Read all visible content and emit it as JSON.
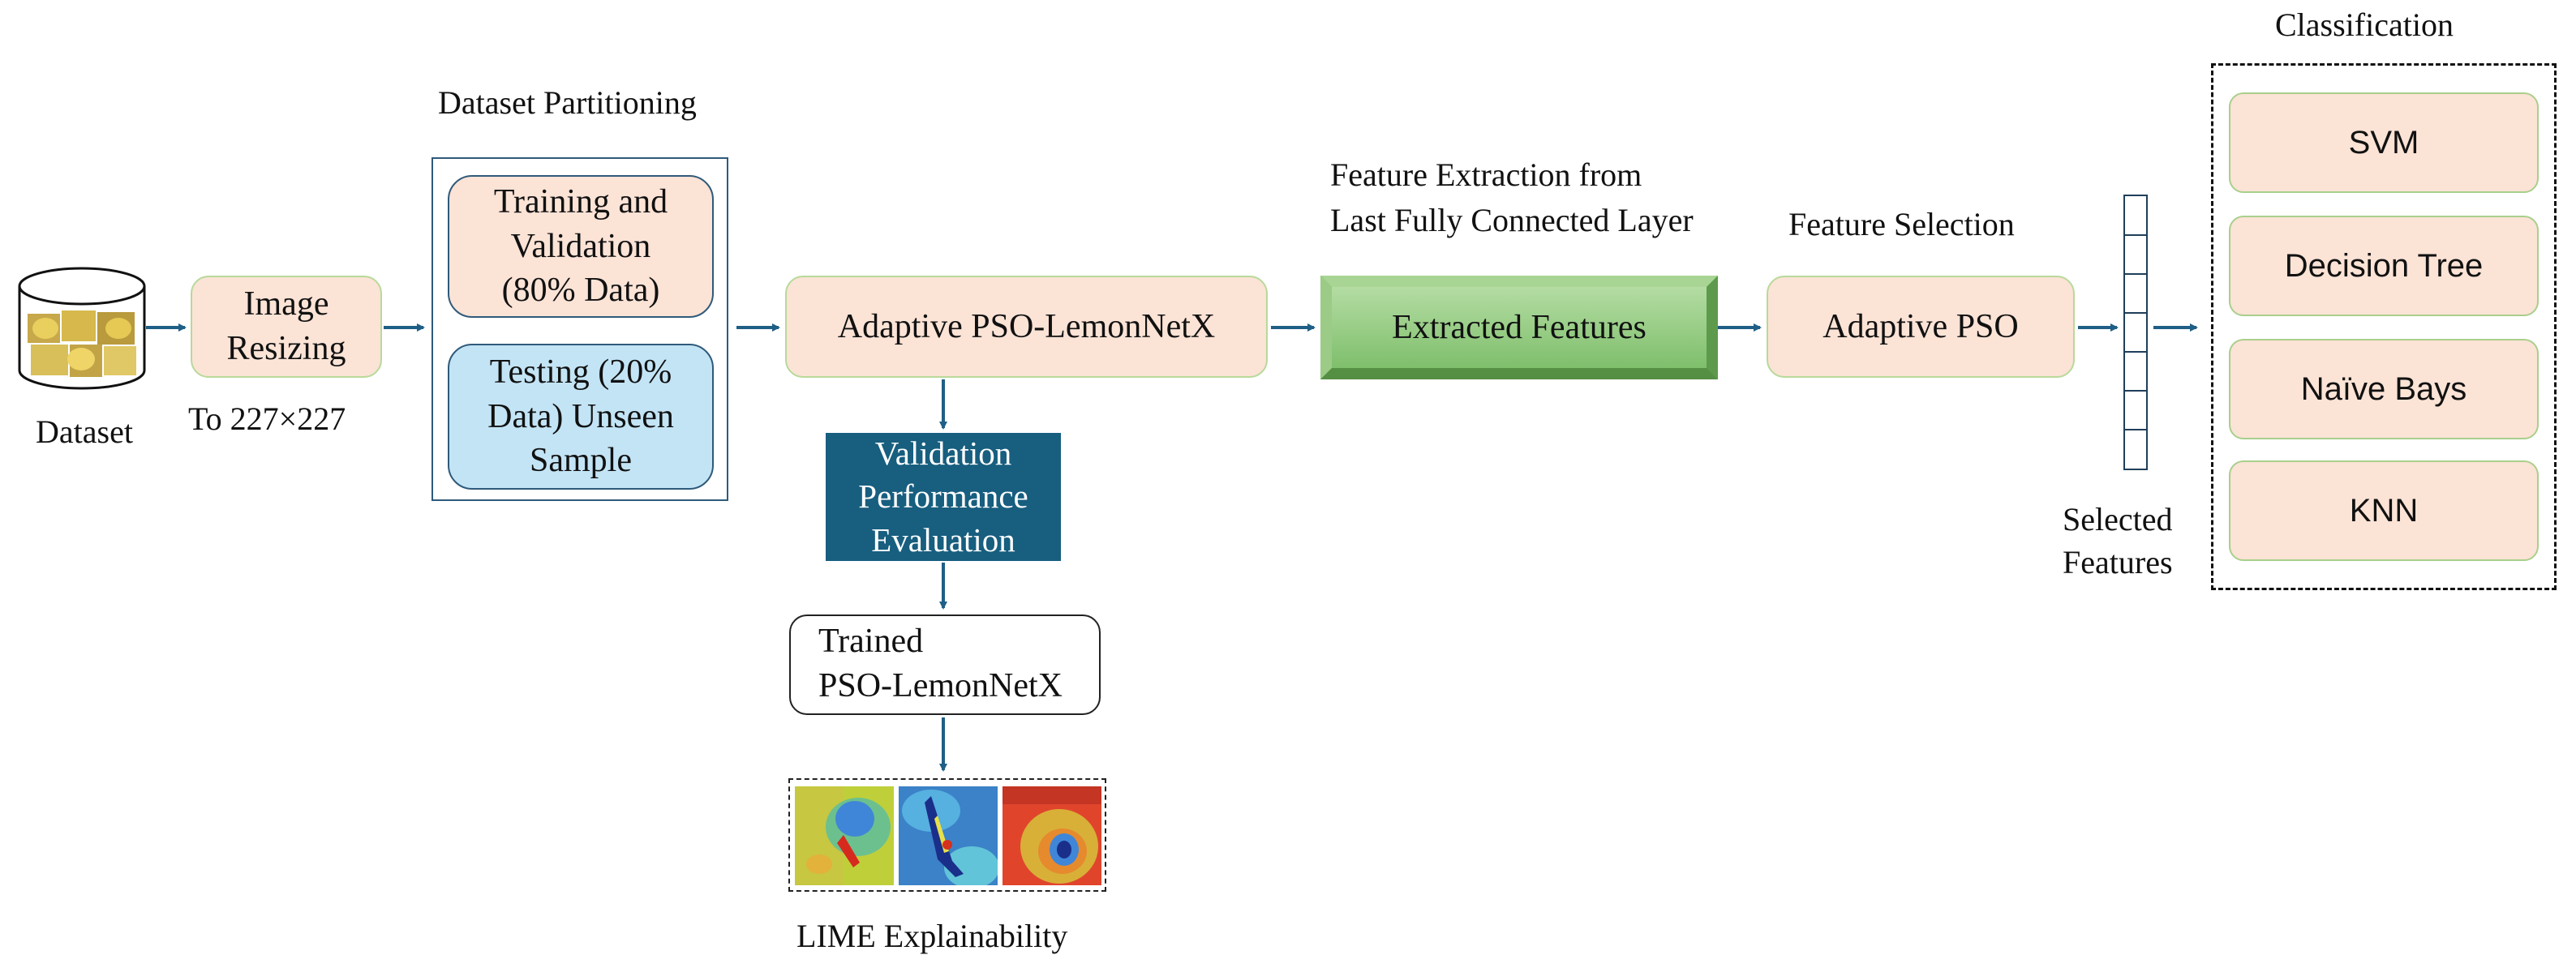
{
  "dataset": {
    "label": "Dataset"
  },
  "resize": {
    "box": "Image Resizing",
    "sub": "To 227×227"
  },
  "partition": {
    "title": "Dataset Partitioning",
    "training": [
      "Training and",
      "Validation",
      "(80% Data)"
    ],
    "testing": [
      "Testing (20%",
      "Data) Unseen",
      "Sample"
    ]
  },
  "model": {
    "label": "Adaptive PSO-LemonNetX"
  },
  "validation": {
    "lines": [
      "Validation",
      "Performance",
      "Evaluation"
    ]
  },
  "trained": {
    "lines": [
      "Trained",
      "PSO-LemonNetX"
    ]
  },
  "lime": {
    "label": "LIME Explainability"
  },
  "extraction": {
    "title_lines": [
      "Feature Extraction from",
      "Last Fully Connected Layer"
    ],
    "box": "Extracted Features"
  },
  "selection": {
    "title": "Feature Selection",
    "box": "Adaptive PSO"
  },
  "selected": {
    "lines": [
      "Selected",
      "Features"
    ]
  },
  "classification": {
    "title": "Classification",
    "items": [
      "SVM",
      "Decision Tree",
      "Naïve Bays",
      "KNN"
    ]
  },
  "colors": {
    "arrow": "#1f5f86",
    "peach": "#fbe3d6",
    "light_blue": "#c3e4f5",
    "dark_teal": "#175e7f",
    "green": "#8cc97a"
  }
}
